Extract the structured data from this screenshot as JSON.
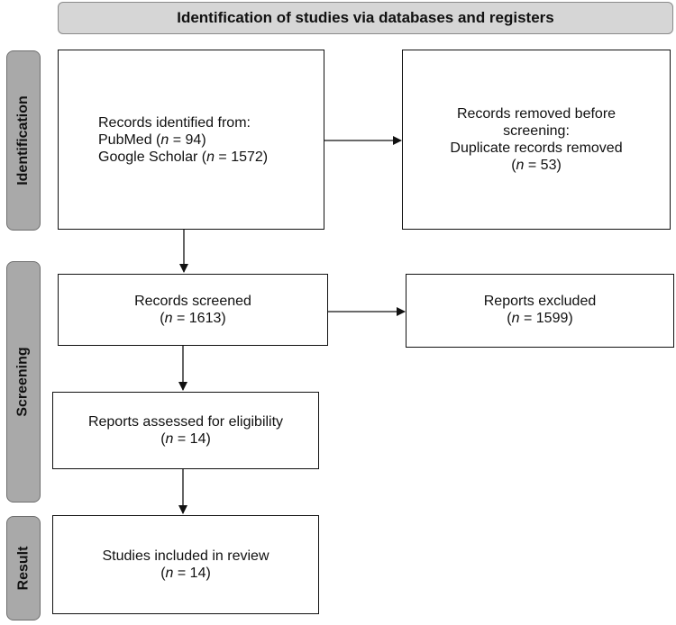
{
  "header": {
    "title": "Identification of studies via databases and registers"
  },
  "stages": {
    "identification": "Identification",
    "screening": "Screening",
    "result": "Result"
  },
  "boxes": {
    "records_identified": {
      "heading": "Records identified from:",
      "line1_prefix": "PubMed (",
      "line1_n": "n",
      "line1_suffix": " = 94)",
      "line2_prefix": "Google Scholar (",
      "line2_n": "n",
      "line2_suffix": " = 1572)"
    },
    "records_removed": {
      "line1": "Records removed before",
      "line2": "screening:",
      "line3": "Duplicate records removed",
      "n_prefix": "(",
      "n_label": "n",
      "n_suffix": " = 53)"
    },
    "records_screened": {
      "title": "Records screened",
      "n_prefix": "(",
      "n_label": "n",
      "n_suffix": " = 1613)"
    },
    "reports_excluded": {
      "title": "Reports excluded",
      "n_prefix": "(",
      "n_label": "n",
      "n_suffix": " = 1599)"
    },
    "reports_assessed": {
      "title": "Reports assessed for eligibility",
      "n_prefix": "(",
      "n_label": "n",
      "n_suffix": " = 14)"
    },
    "studies_included": {
      "title": "Studies included in review",
      "n_prefix": "(",
      "n_label": "n",
      "n_suffix": " = 14)"
    }
  }
}
